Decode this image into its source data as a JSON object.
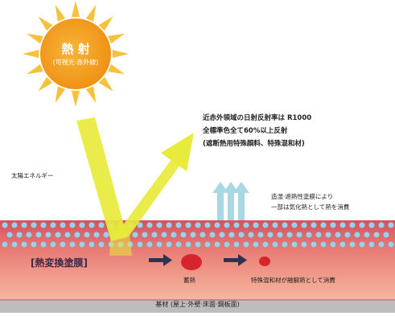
{
  "sun": {
    "title": "熱 射",
    "subtitle": "(可視光·赤外線)"
  },
  "labels": {
    "solar_energy": "太陽エネルギー",
    "reflectance_line1": "近赤外領域の日射反射率は R1000",
    "reflectance_line2": "全標準色全て60%以上反射",
    "reflectance_line3": "(遮断熱用特殊顔料、特殊混和材)",
    "dissipation_line1": "造湿·遮熱性塗膜により",
    "dissipation_line2": "一部は気化熱として熱を消費",
    "layer": "[熱変換塗膜]",
    "storage": "蓄熱",
    "consumption": "特殊混和材が融解熱として消費",
    "base": "基材 (屋上·外壁·床面·鋼板面)"
  },
  "colors": {
    "sun_core": "#f5a21b",
    "sun_ray": "#f7c23a",
    "beam": "#e7ea3a",
    "layer_top": "#d8505c",
    "layer_bottom": "#f4a38e",
    "dot": "#9fd0e6",
    "vapor_arrow": "#a7d6e4",
    "heat_blob": "#d6262b",
    "flow_arrow": "#2b3350",
    "base": "#b8b8b8"
  }
}
